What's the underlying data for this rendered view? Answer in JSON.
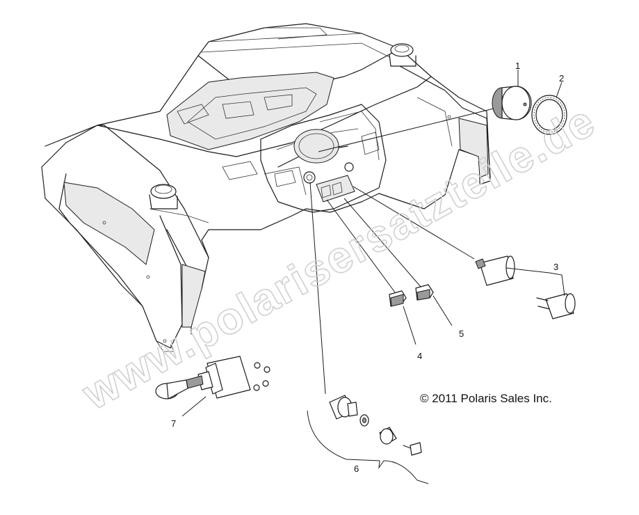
{
  "watermark": "www.polarisersatzteile.de",
  "copyright": "© 2011 Polaris Sales Inc.",
  "callouts": [
    "1",
    "2",
    "3",
    "4",
    "5",
    "6",
    "7"
  ]
}
